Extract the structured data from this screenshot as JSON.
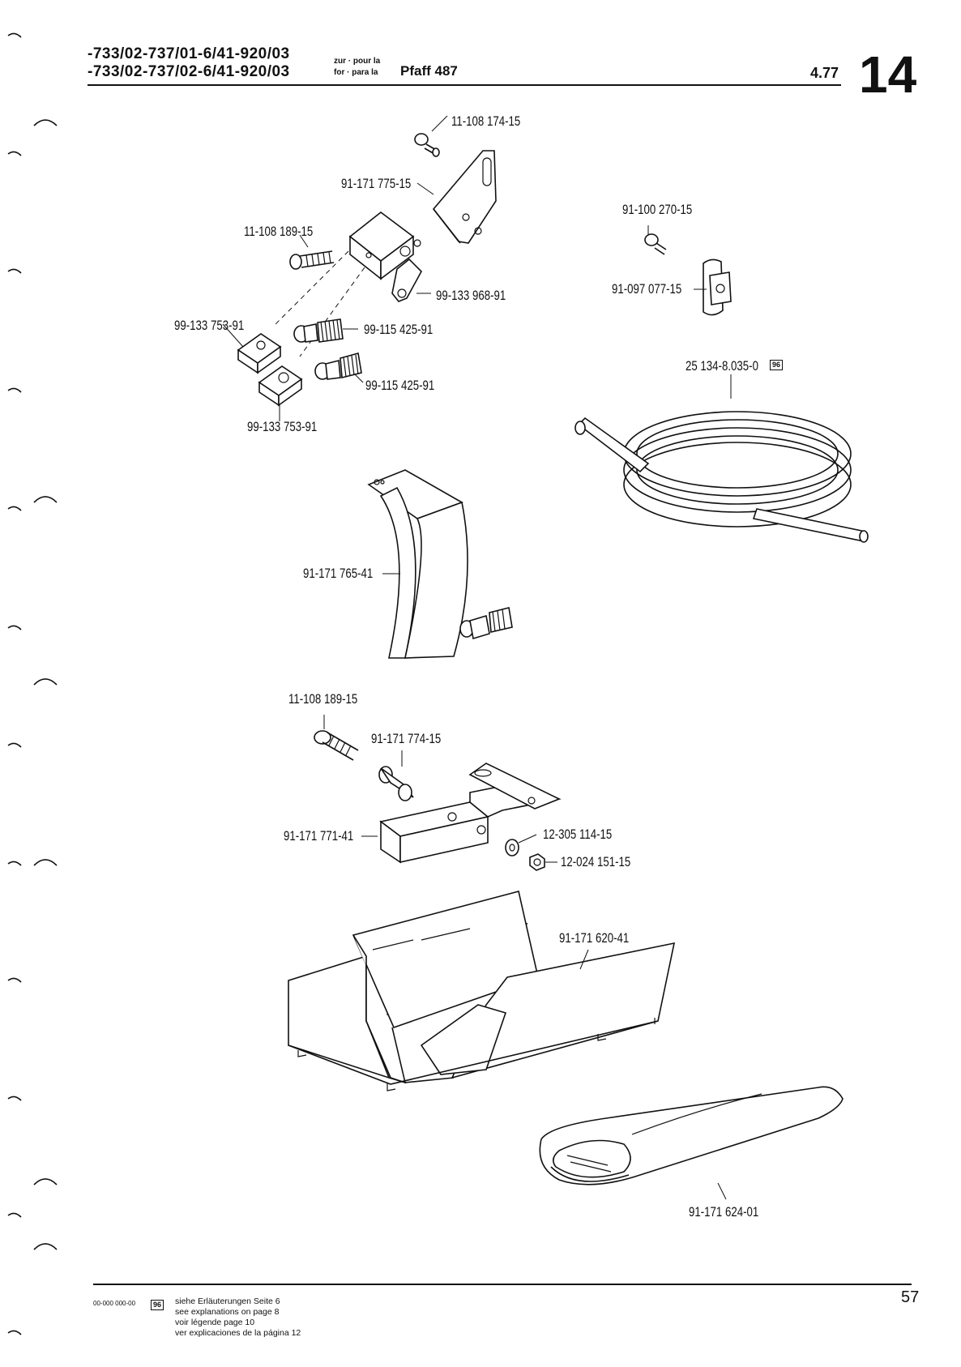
{
  "header": {
    "line1": "-733/02-737/01-6/41-920/03",
    "line2": "-733/02-737/02-6/41-920/03",
    "small_top": "zur · pour la",
    "small_bottom": "for · para la",
    "model": "Pfaff 487",
    "date": "4.77",
    "sheet_number": "14"
  },
  "labels": [
    "11-108 174-15",
    "91-171 775-15",
    "11-108 189-15",
    "99-133 968-91",
    "99-133 753-91",
    "99-115 425-91",
    "99-115 425-91",
    "99-133 753-91",
    "91-100 270-15",
    "91-097 077-15",
    "25 134-8.035-0",
    "91-171 765-41",
    "11-108 189-15",
    "91-171 774-15",
    "91-171 771-41",
    "12-305 114-15",
    "12-024 151-15",
    "91-171 620-41",
    "91-171 624-01"
  ],
  "badge_text": "96",
  "footer": {
    "code": "00-000 000-00",
    "badge": "96",
    "lines": [
      "siehe Erläuterungen Seite 6",
      "see explanations on page 8",
      "voir légende page 10",
      "ver explicaciones de la página 12"
    ],
    "page_number": "57"
  }
}
